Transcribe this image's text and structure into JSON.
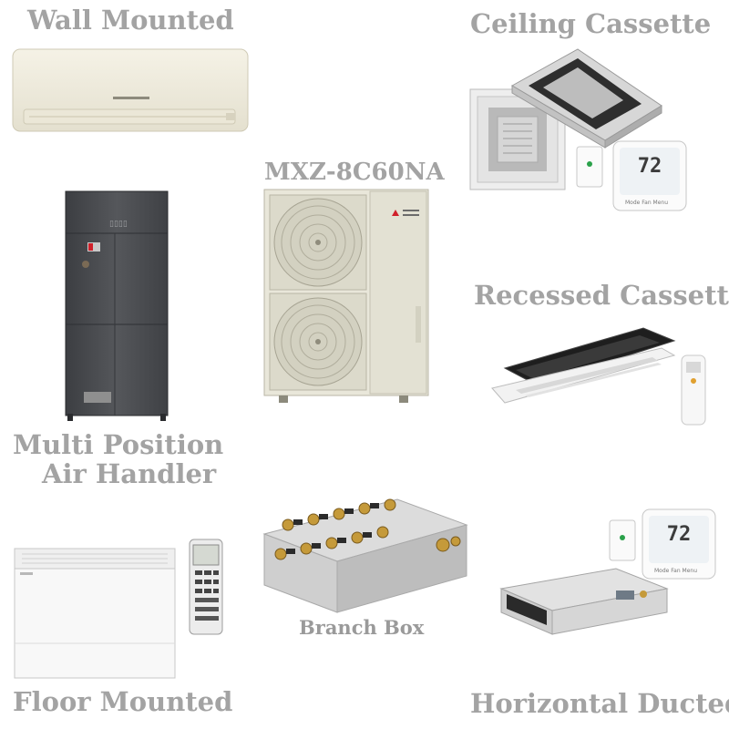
{
  "labels": {
    "wall_mounted": "Wall Mounted",
    "ceiling_cassette": "Ceiling Cassette",
    "outdoor_model": "MXZ-8C60NA",
    "recessed_cassette": "Recessed Cassette",
    "multi_position_line1": "Multi Position",
    "multi_position_line2": "Air Handler",
    "branch_box": "Branch Box",
    "floor_mounted": "Floor Mounted",
    "horizontal_ducted": "Horizontal Ducted"
  },
  "thermostat": {
    "temperature": "72"
  },
  "colors": {
    "label_gray": "#a3a3a3",
    "cream_unit": "#f1eedf",
    "air_handler_dark": "#4a4c50",
    "outdoor_unit": "#e9e7da",
    "brand_red": "#d0202a"
  }
}
